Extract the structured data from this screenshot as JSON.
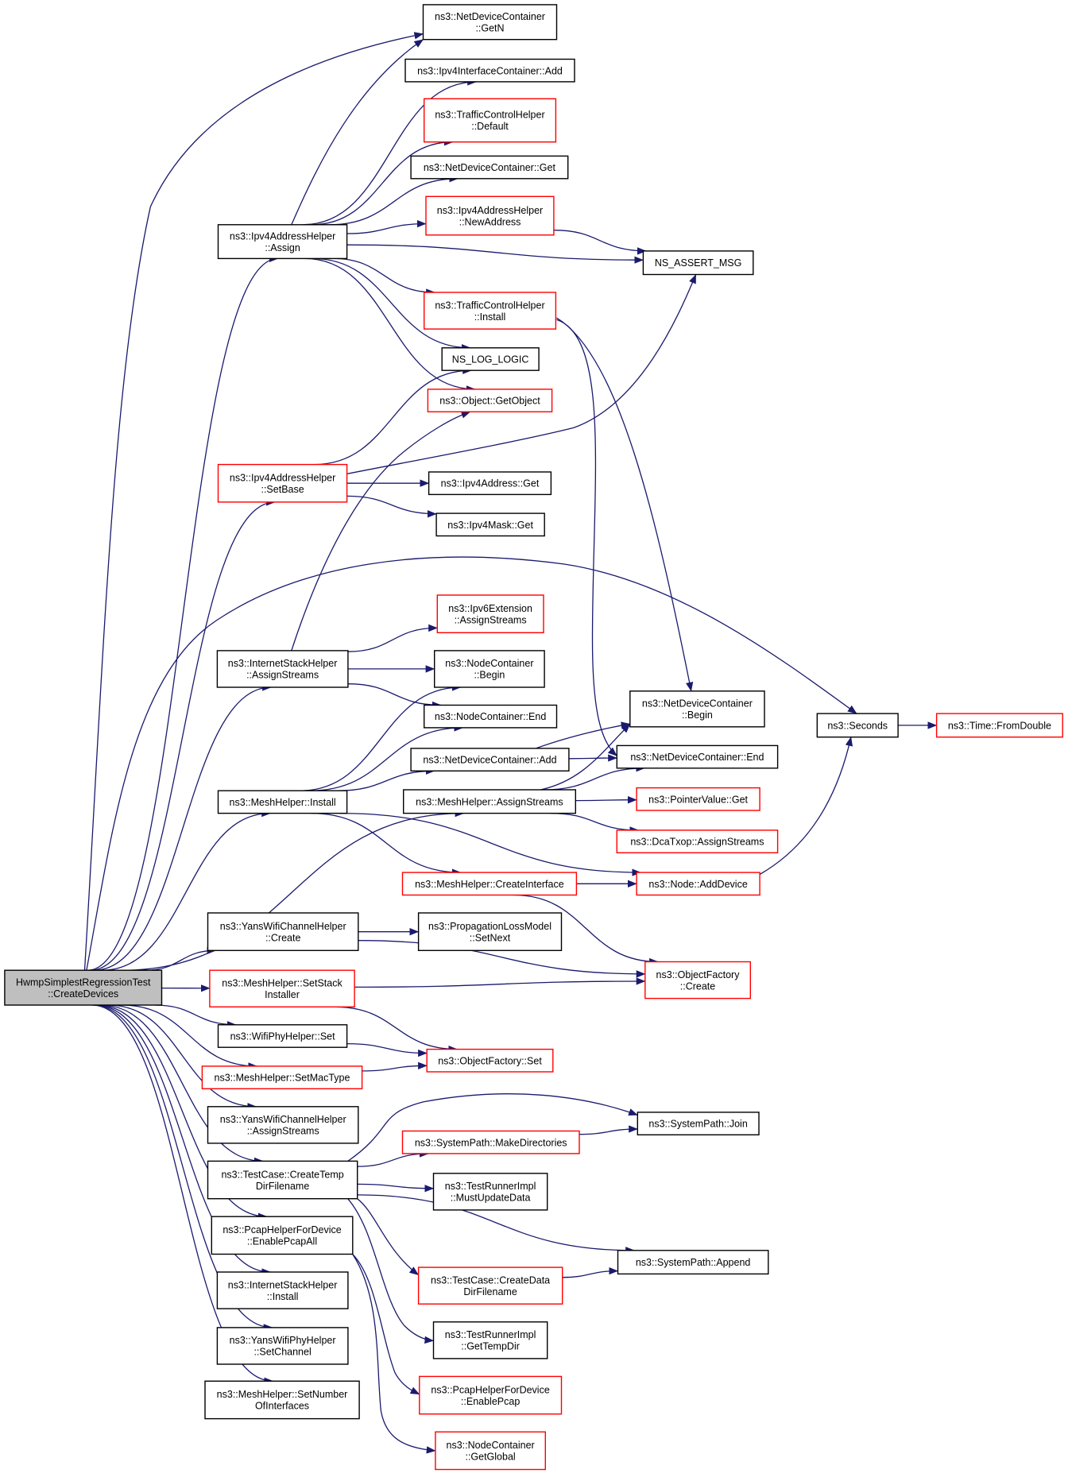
{
  "colors": {
    "edge": "#191970",
    "border_default": "#000000",
    "border_truncated": "#ff0000",
    "fill_focus": "#bfbfbf",
    "fill_default": "#ffffff"
  },
  "nodes": [
    {
      "id": "root",
      "lines": [
        "HwmpSimplestRegressionTest",
        "::CreateDevices"
      ],
      "style": "focus"
    },
    {
      "id": "ndc_getn",
      "lines": [
        "ns3::NetDeviceContainer",
        "::GetN"
      ],
      "style": "default"
    },
    {
      "id": "ipv4ic_add",
      "lines": [
        "ns3::Ipv4InterfaceContainer::Add"
      ],
      "style": "default"
    },
    {
      "id": "tch_default",
      "lines": [
        "ns3::TrafficControlHelper",
        "::Default"
      ],
      "style": "truncated"
    },
    {
      "id": "ndc_get",
      "lines": [
        "ns3::NetDeviceContainer::Get"
      ],
      "style": "default"
    },
    {
      "id": "ipv4ah_newaddr",
      "lines": [
        "ns3::Ipv4AddressHelper",
        "::NewAddress"
      ],
      "style": "truncated"
    },
    {
      "id": "ipv4ah_assign",
      "lines": [
        "ns3::Ipv4AddressHelper",
        "::Assign"
      ],
      "style": "default"
    },
    {
      "id": "ns_assert",
      "lines": [
        "NS_ASSERT_MSG"
      ],
      "style": "default"
    },
    {
      "id": "tch_install",
      "lines": [
        "ns3::TrafficControlHelper",
        "::Install"
      ],
      "style": "truncated"
    },
    {
      "id": "ns_log",
      "lines": [
        "NS_LOG_LOGIC"
      ],
      "style": "default"
    },
    {
      "id": "obj_getobject",
      "lines": [
        "ns3::Object::GetObject"
      ],
      "style": "truncated"
    },
    {
      "id": "ipv4ah_setbase",
      "lines": [
        "ns3::Ipv4AddressHelper",
        "::SetBase"
      ],
      "style": "truncated"
    },
    {
      "id": "ipv4addr_get",
      "lines": [
        "ns3::Ipv4Address::Get"
      ],
      "style": "default"
    },
    {
      "id": "ipv4mask_get",
      "lines": [
        "ns3::Ipv4Mask::Get"
      ],
      "style": "default"
    },
    {
      "id": "ipv6ext_as",
      "lines": [
        "ns3::Ipv6Extension",
        "::AssignStreams"
      ],
      "style": "truncated"
    },
    {
      "id": "ish_as",
      "lines": [
        "ns3::InternetStackHelper",
        "::AssignStreams"
      ],
      "style": "default"
    },
    {
      "id": "nc_begin",
      "lines": [
        "ns3::NodeContainer",
        "::Begin"
      ],
      "style": "default"
    },
    {
      "id": "nc_end",
      "lines": [
        "ns3::NodeContainer::End"
      ],
      "style": "default"
    },
    {
      "id": "ndc_begin",
      "lines": [
        "ns3::NetDeviceContainer",
        "::Begin"
      ],
      "style": "default"
    },
    {
      "id": "seconds",
      "lines": [
        "ns3::Seconds"
      ],
      "style": "default"
    },
    {
      "id": "time_fromdouble",
      "lines": [
        "ns3::Time::FromDouble"
      ],
      "style": "truncated"
    },
    {
      "id": "ndc_add",
      "lines": [
        "ns3::NetDeviceContainer::Add"
      ],
      "style": "default"
    },
    {
      "id": "ndc_end",
      "lines": [
        "ns3::NetDeviceContainer::End"
      ],
      "style": "default"
    },
    {
      "id": "mh_install",
      "lines": [
        "ns3::MeshHelper::Install"
      ],
      "style": "default"
    },
    {
      "id": "mh_as",
      "lines": [
        "ns3::MeshHelper::AssignStreams"
      ],
      "style": "default"
    },
    {
      "id": "pv_get",
      "lines": [
        "ns3::PointerValue::Get"
      ],
      "style": "truncated"
    },
    {
      "id": "dca_as",
      "lines": [
        "ns3::DcaTxop::AssignStreams"
      ],
      "style": "truncated"
    },
    {
      "id": "mh_createif",
      "lines": [
        "ns3::MeshHelper::CreateInterface"
      ],
      "style": "truncated"
    },
    {
      "id": "node_adddev",
      "lines": [
        "ns3::Node::AddDevice"
      ],
      "style": "truncated"
    },
    {
      "id": "ywch_create",
      "lines": [
        "ns3::YansWifiChannelHelper",
        "::Create"
      ],
      "style": "default"
    },
    {
      "id": "plm_setnext",
      "lines": [
        "ns3::PropagationLossModel",
        "::SetNext"
      ],
      "style": "default"
    },
    {
      "id": "of_create",
      "lines": [
        "ns3::ObjectFactory",
        "::Create"
      ],
      "style": "truncated"
    },
    {
      "id": "mh_setstack",
      "lines": [
        "ns3::MeshHelper::SetStack",
        "Installer"
      ],
      "style": "truncated"
    },
    {
      "id": "wph_set",
      "lines": [
        "ns3::WifiPhyHelper::Set"
      ],
      "style": "default"
    },
    {
      "id": "of_set",
      "lines": [
        "ns3::ObjectFactory::Set"
      ],
      "style": "truncated"
    },
    {
      "id": "mh_setmac",
      "lines": [
        "ns3::MeshHelper::SetMacType"
      ],
      "style": "truncated"
    },
    {
      "id": "ywch_as",
      "lines": [
        "ns3::YansWifiChannelHelper",
        "::AssignStreams"
      ],
      "style": "default"
    },
    {
      "id": "sp_join",
      "lines": [
        "ns3::SystemPath::Join"
      ],
      "style": "default"
    },
    {
      "id": "sp_mkdirs",
      "lines": [
        "ns3::SystemPath::MakeDirectories"
      ],
      "style": "truncated"
    },
    {
      "id": "tc_createtemp",
      "lines": [
        "ns3::TestCase::CreateTemp",
        "DirFilename"
      ],
      "style": "default"
    },
    {
      "id": "tri_mustupdate",
      "lines": [
        "ns3::TestRunnerImpl",
        "::MustUpdateData"
      ],
      "style": "default"
    },
    {
      "id": "phfd_enableall",
      "lines": [
        "ns3::PcapHelperForDevice",
        "::EnablePcapAll"
      ],
      "style": "default"
    },
    {
      "id": "sp_append",
      "lines": [
        "ns3::SystemPath::Append"
      ],
      "style": "default"
    },
    {
      "id": "tc_createdata",
      "lines": [
        "ns3::TestCase::CreateData",
        "DirFilename"
      ],
      "style": "truncated"
    },
    {
      "id": "ish_install",
      "lines": [
        "ns3::InternetStackHelper",
        "::Install"
      ],
      "style": "default"
    },
    {
      "id": "tri_gettemp",
      "lines": [
        "ns3::TestRunnerImpl",
        "::GetTempDir"
      ],
      "style": "default"
    },
    {
      "id": "ywph_setch",
      "lines": [
        "ns3::YansWifiPhyHelper",
        "::SetChannel"
      ],
      "style": "default"
    },
    {
      "id": "phfd_enable",
      "lines": [
        "ns3::PcapHelperForDevice",
        "::EnablePcap"
      ],
      "style": "truncated"
    },
    {
      "id": "mh_setnumif",
      "lines": [
        "ns3::MeshHelper::SetNumber",
        "OfInterfaces"
      ],
      "style": "default"
    },
    {
      "id": "nc_getglobal",
      "lines": [
        "ns3::NodeContainer",
        "::GetGlobal"
      ],
      "style": "truncated"
    }
  ],
  "edges": [
    [
      "root",
      "ndc_getn"
    ],
    [
      "root",
      "ipv4ah_assign"
    ],
    [
      "root",
      "ipv4ah_setbase"
    ],
    [
      "root",
      "seconds"
    ],
    [
      "root",
      "ish_as"
    ],
    [
      "root",
      "mh_install"
    ],
    [
      "root",
      "mh_as"
    ],
    [
      "root",
      "ywch_create"
    ],
    [
      "root",
      "mh_setstack"
    ],
    [
      "root",
      "wph_set"
    ],
    [
      "root",
      "mh_setmac"
    ],
    [
      "root",
      "ywch_as"
    ],
    [
      "root",
      "tc_createtemp"
    ],
    [
      "root",
      "phfd_enableall"
    ],
    [
      "root",
      "ish_install"
    ],
    [
      "root",
      "ywph_setch"
    ],
    [
      "root",
      "mh_setnumif"
    ],
    [
      "ipv4ah_assign",
      "ndc_getn"
    ],
    [
      "ipv4ah_assign",
      "ipv4ic_add"
    ],
    [
      "ipv4ah_assign",
      "tch_default"
    ],
    [
      "ipv4ah_assign",
      "ndc_get"
    ],
    [
      "ipv4ah_assign",
      "ipv4ah_newaddr"
    ],
    [
      "ipv4ah_assign",
      "ns_assert"
    ],
    [
      "ipv4ah_assign",
      "tch_install"
    ],
    [
      "ipv4ah_assign",
      "ns_log"
    ],
    [
      "ipv4ah_assign",
      "obj_getobject"
    ],
    [
      "ipv4ah_newaddr",
      "ns_assert"
    ],
    [
      "tch_install",
      "ndc_begin"
    ],
    [
      "tch_install",
      "ndc_end"
    ],
    [
      "ipv4ah_setbase",
      "ns_log"
    ],
    [
      "ipv4ah_setbase",
      "ns_assert"
    ],
    [
      "ipv4ah_setbase",
      "ipv4addr_get"
    ],
    [
      "ipv4ah_setbase",
      "ipv4mask_get"
    ],
    [
      "ish_as",
      "obj_getobject"
    ],
    [
      "ish_as",
      "ipv6ext_as"
    ],
    [
      "ish_as",
      "nc_begin"
    ],
    [
      "ish_as",
      "nc_end"
    ],
    [
      "mh_install",
      "nc_begin"
    ],
    [
      "mh_install",
      "nc_end"
    ],
    [
      "mh_install",
      "ndc_add"
    ],
    [
      "mh_install",
      "mh_createif"
    ],
    [
      "mh_install",
      "node_adddev"
    ],
    [
      "ndc_add",
      "ndc_begin"
    ],
    [
      "ndc_add",
      "ndc_end"
    ],
    [
      "mh_as",
      "ndc_begin"
    ],
    [
      "mh_as",
      "ndc_end"
    ],
    [
      "mh_as",
      "pv_get"
    ],
    [
      "mh_as",
      "dca_as"
    ],
    [
      "mh_createif",
      "node_adddev"
    ],
    [
      "mh_createif",
      "of_create"
    ],
    [
      "node_adddev",
      "seconds"
    ],
    [
      "seconds",
      "time_fromdouble"
    ],
    [
      "ywch_create",
      "plm_setnext"
    ],
    [
      "ywch_create",
      "of_create"
    ],
    [
      "mh_setstack",
      "of_create"
    ],
    [
      "mh_setstack",
      "of_set"
    ],
    [
      "wph_set",
      "of_set"
    ],
    [
      "mh_setmac",
      "of_set"
    ],
    [
      "tc_createtemp",
      "sp_join"
    ],
    [
      "tc_createtemp",
      "sp_mkdirs"
    ],
    [
      "tc_createtemp",
      "tri_mustupdate"
    ],
    [
      "tc_createtemp",
      "sp_append"
    ],
    [
      "tc_createtemp",
      "tc_createdata"
    ],
    [
      "tc_createtemp",
      "tri_gettemp"
    ],
    [
      "sp_mkdirs",
      "sp_join"
    ],
    [
      "tc_createdata",
      "sp_append"
    ],
    [
      "phfd_enableall",
      "phfd_enable"
    ],
    [
      "phfd_enableall",
      "nc_getglobal"
    ]
  ]
}
